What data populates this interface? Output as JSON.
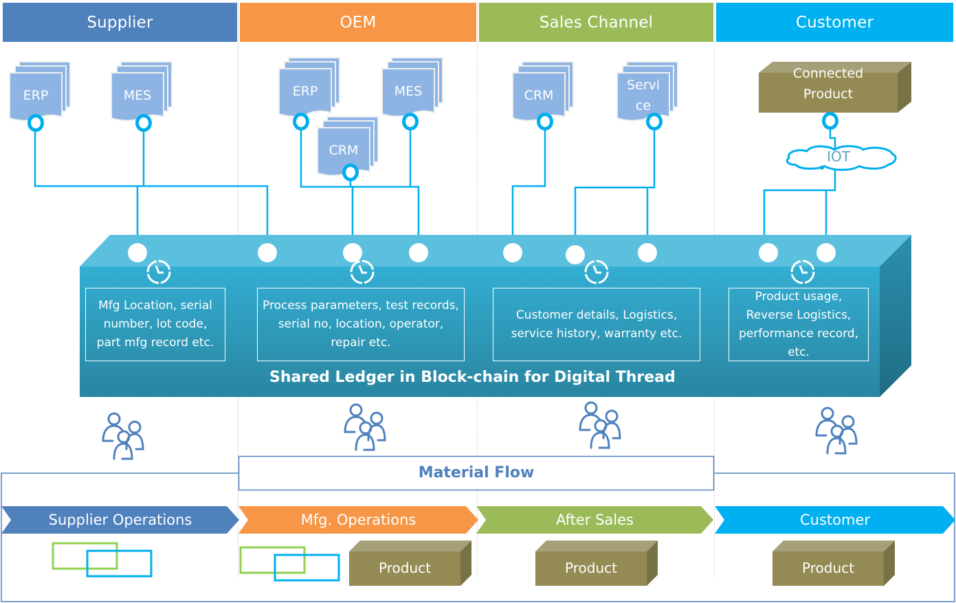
{
  "lanes": [
    {
      "id": "supplier",
      "header": "Supplier",
      "color": "#4f81bd"
    },
    {
      "id": "oem",
      "header": "OEM",
      "color": "#f79646"
    },
    {
      "id": "sales",
      "header": "Sales Channel",
      "color": "#9bbb59"
    },
    {
      "id": "customer",
      "header": "Customer",
      "color": "#00b0f0"
    }
  ],
  "systems": {
    "supplier_erp": "ERP",
    "supplier_mes": "MES",
    "oem_erp": "ERP",
    "oem_mes": "MES",
    "oem_crm": "CRM",
    "sales_crm": "CRM",
    "sales_service_line1": "Servi",
    "sales_service_line2": "ce",
    "connected_product_line1": "Connected",
    "connected_product_line2": "Product",
    "iot": "IOT"
  },
  "ledger": {
    "title": "Shared Ledger in Block-chain for Digital Thread",
    "records": [
      "Mfg Location, serial number, lot code, part mfg record etc.",
      "Process parameters, test records, serial no, location, operator, repair etc.",
      "Customer details, Logistics, service history, warranty etc.",
      "Product usage, Reverse Logistics, performance record, etc."
    ]
  },
  "material_flow": {
    "title": "Material Flow",
    "stages": [
      {
        "label": "Supplier Operations",
        "color": "#4f81bd"
      },
      {
        "label": "Mfg. Operations",
        "color": "#f79646"
      },
      {
        "label": "After Sales",
        "color": "#9bbb59"
      },
      {
        "label": "Customer",
        "color": "#00b0f0"
      }
    ],
    "product_label": "Product"
  },
  "colors": {
    "doc_fill": "#8eb4e3",
    "connector": "#00aeef",
    "ledger_top": "#5bc0de",
    "ledger_front": "#31a5c9",
    "product_box": "#948a54",
    "people_icon": "#4f81bd",
    "flow_text": "#4f81bd"
  }
}
